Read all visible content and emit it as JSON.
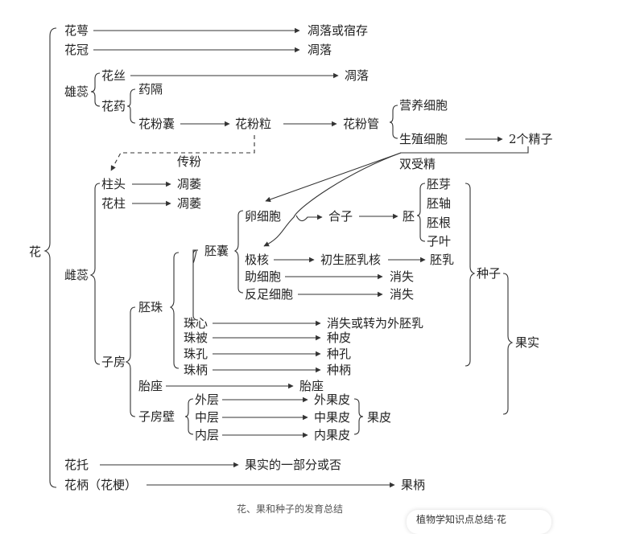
{
  "caption": "花、果和种子的发育总结",
  "watermark": "植物学知识点总结·花",
  "nodes": {
    "hua": "花",
    "huae": "花萼",
    "diaoluo_suxun": "凋落或宿存",
    "huaguan": "花冠",
    "diaoluo_1": "凋落",
    "xiongrui": "雄蕊",
    "huasi": "花丝",
    "diaoluo_2": "凋落",
    "huayao": "花药",
    "yaoge": "药隔",
    "huafennang": "花粉囊",
    "huafenli": "花粉粒",
    "huafenguan": "花粉管",
    "yingyang": "营养细胞",
    "shengzhi": "生殖细胞",
    "jingzi": "2个精子",
    "chuanfen": "传粉",
    "shuangshoujing": "双受精",
    "cirui": "雌蕊",
    "zhutou": "柱头",
    "diaowei_1": "凋萎",
    "huazhu": "花柱",
    "diaowei_2": "凋萎",
    "luanxibao": "卵细胞",
    "hezi": "合子",
    "pei": "胚",
    "peiya": "胚芽",
    "peizhou": "胚轴",
    "peigen": "胚根",
    "ziye": "子叶",
    "peinang": "胚囊",
    "jihe": "极核",
    "chusheng": "初生胚乳核",
    "peiru": "胚乳",
    "zhuxibao": "助细胞",
    "xiaoshi_1": "消失",
    "fanzu": "反足细胞",
    "xiaoshi_2": "消失",
    "zhongzi": "种子",
    "peizhu": "胚珠",
    "zhuxin": "珠心",
    "zhuxin_fate": "消失或转为外胚乳",
    "zhubei": "珠被",
    "zhongpi": "种皮",
    "zhukong": "珠孔",
    "zhongkong": "种孔",
    "zhubing": "珠柄",
    "zhongbing": "种柄",
    "guoshi": "果实",
    "zifang": "子房",
    "taizuo": "胎座",
    "taizuo_fate": "胎座",
    "zifangbi": "子房壁",
    "waiceng": "外层",
    "waiguopi": "外果皮",
    "zhongceng": "中层",
    "zhongguopi": "中果皮",
    "neiceng": "内层",
    "neiguopi": "内果皮",
    "guopi": "果皮",
    "huatuo": "花托",
    "huatuo_fate": "果实的一部分或否",
    "huabing": "花柄（花梗）",
    "guobing": "果柄"
  }
}
